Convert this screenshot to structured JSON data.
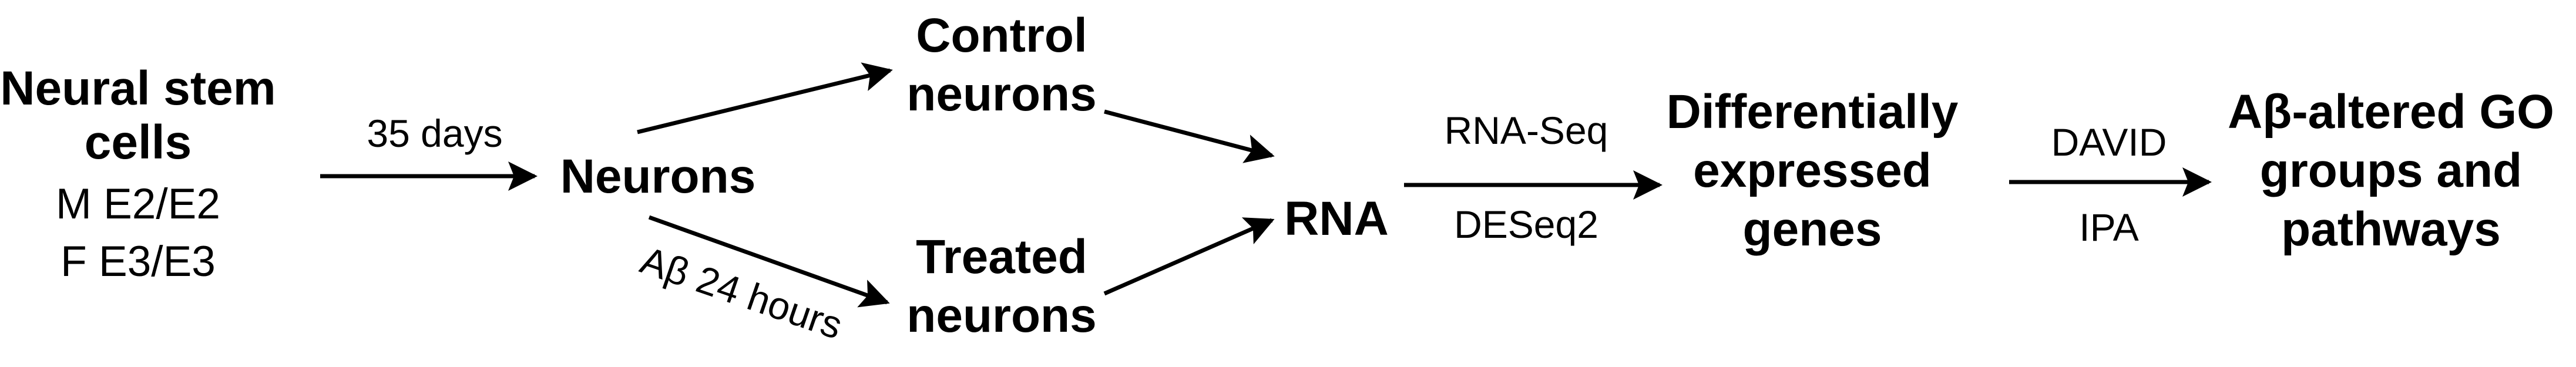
{
  "diagram": {
    "nodes": {
      "nsc": {
        "line1": "Neural stem",
        "line2": "cells",
        "line3": "M E2/E2",
        "line4": "F E3/E3"
      },
      "neurons": {
        "line1": "Neurons"
      },
      "control": {
        "line1": "Control",
        "line2": "neurons"
      },
      "treated": {
        "line1": "Treated",
        "line2": "neurons"
      },
      "rna": {
        "line1": "RNA"
      },
      "deg": {
        "line1": "Differentially",
        "line2": "expressed",
        "line3": "genes"
      },
      "go": {
        "line1": "Aβ-altered GO",
        "line2": "groups and",
        "line3": "pathways"
      }
    },
    "edges": {
      "nsc_neurons": {
        "label": "35 days"
      },
      "neurons_treated": {
        "label": "Aβ 24 hours"
      },
      "rna_deg": {
        "label_top": "RNA-Seq",
        "label_bottom": "DESeq2"
      },
      "deg_go": {
        "label_top": "DAVID",
        "label_bottom": "IPA"
      }
    }
  }
}
